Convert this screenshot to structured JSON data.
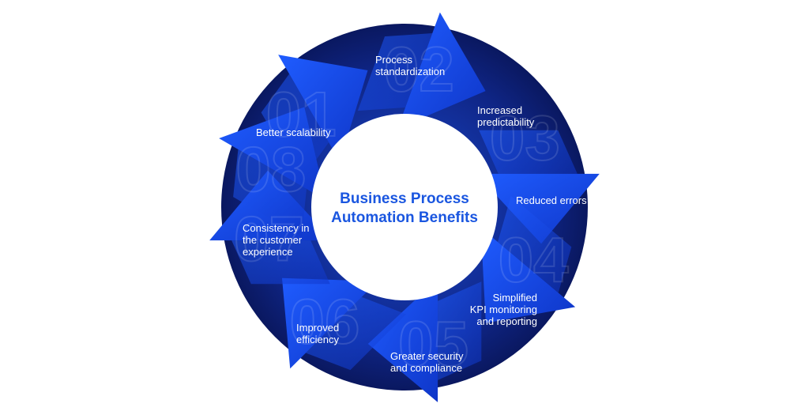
{
  "center": {
    "title_line1": "Business Process",
    "title_line2": "Automation Benefits"
  },
  "colors": {
    "ring_dark": "#0b1a63",
    "ring_mid": "#13319e",
    "arrow_bright": "#1a4ff0",
    "arrow_edge": "#0d2fb8",
    "title": "#1a56e0"
  },
  "steps": [
    {
      "number": "01",
      "lines": [
        "Process",
        "standardization"
      ]
    },
    {
      "number": "02",
      "lines": [
        "Increased",
        "predictability"
      ]
    },
    {
      "number": "03",
      "lines": [
        "Reduced errors"
      ]
    },
    {
      "number": "04",
      "lines": [
        "Simplified",
        "KPI monitoring",
        "and reporting"
      ]
    },
    {
      "number": "05",
      "lines": [
        "Greater security",
        "and compliance"
      ]
    },
    {
      "number": "06",
      "lines": [
        "Improved",
        "efficiency"
      ]
    },
    {
      "number": "07",
      "lines": [
        "Consistency in",
        "the customer",
        "experience"
      ]
    },
    {
      "number": "08",
      "lines": [
        "Better scalability"
      ]
    }
  ]
}
